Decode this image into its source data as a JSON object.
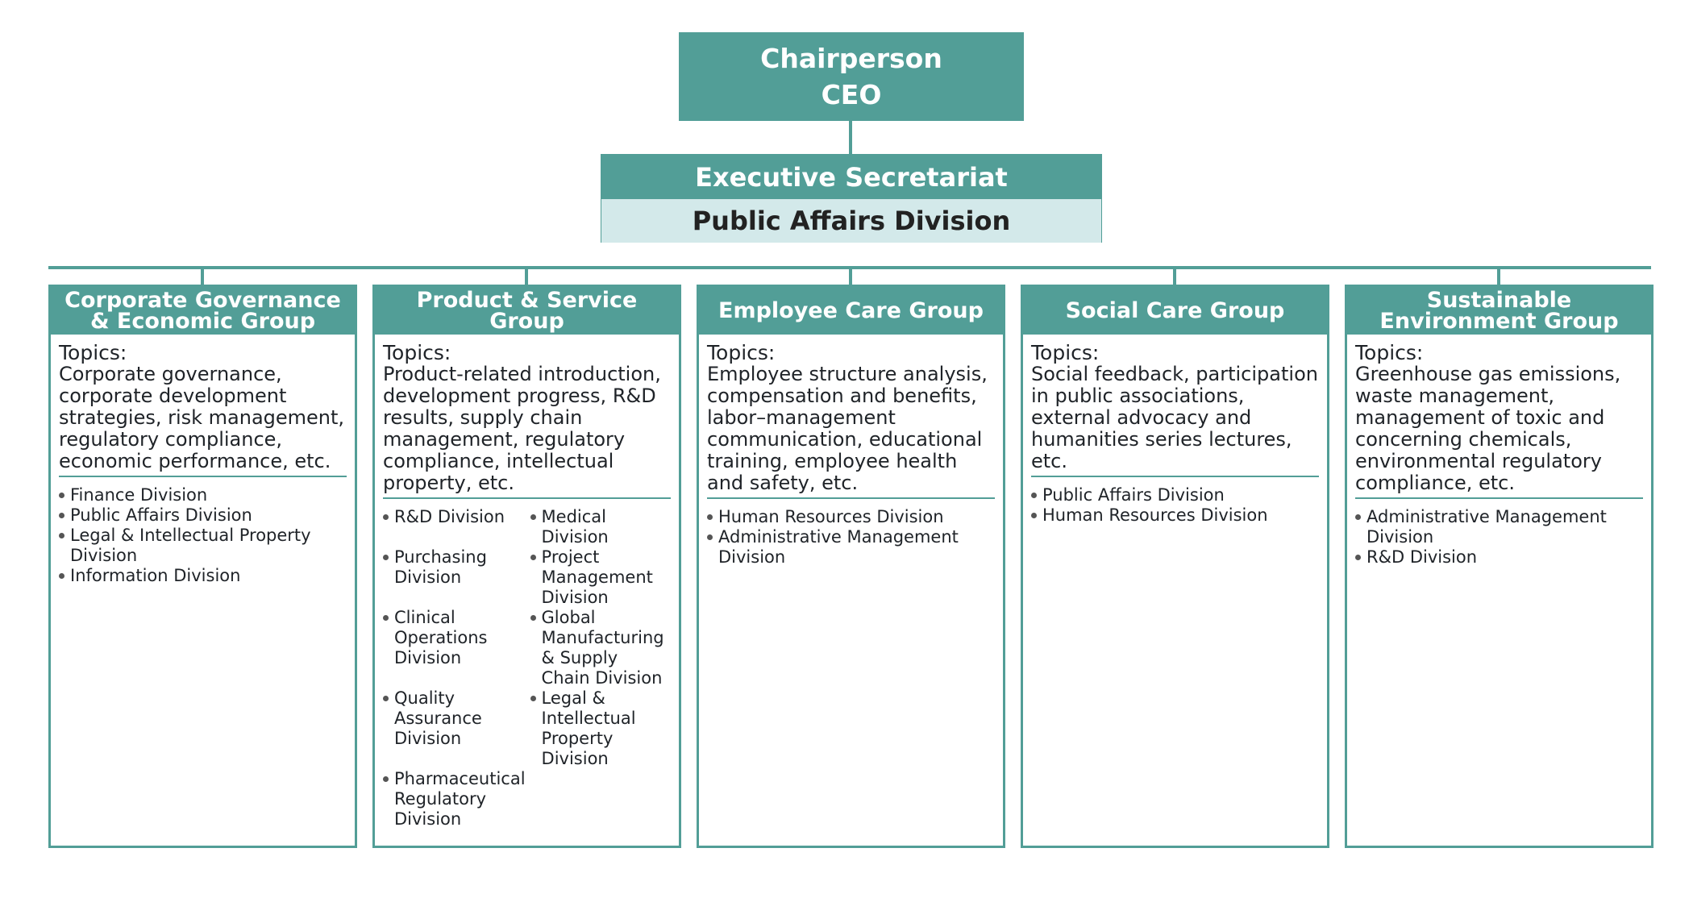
{
  "top": {
    "line1": "Chairperson",
    "line2": "CEO"
  },
  "secretariat": {
    "title": "Executive Secretariat",
    "subtitle": "Public Affairs Division"
  },
  "topics_label": "Topics:",
  "groups": [
    {
      "title": "Corporate Governance & Economic Group",
      "topics": "Corporate governance, corporate development strategies, risk management, regulatory compliance, economic performance, etc.",
      "divisions": [
        "Finance Division",
        "Public Affairs Division",
        "Legal & Intellectual Property Division",
        "Information Division"
      ]
    },
    {
      "title": "Product & Service Group",
      "topics": "Product-related introduction, development progress, R&D results, supply chain management, regulatory compliance, intellectual property, etc.",
      "divisions_col1": [
        "R&D Division",
        "Purchasing Division",
        "Clinical Operations Division",
        "Quality Assurance Division",
        "Pharmaceutical Regulatory Division"
      ],
      "divisions_col2": [
        "Medical Division",
        "Project Management Division",
        "Global Manufacturing & Supply Chain Division",
        "Legal & Intellectual Property Division"
      ]
    },
    {
      "title": "Employee Care Group",
      "topics": "Employee structure analysis, compensation and benefits, labor–management communication, educational training, employee health and safety, etc.",
      "divisions": [
        "Human Resources Division",
        "Administrative Management Division"
      ]
    },
    {
      "title": "Social Care Group",
      "topics": "Social feedback, participation in public associations, external advocacy and humanities series lectures, etc.",
      "divisions": [
        "Public Affairs Division",
        "Human Resources Division"
      ]
    },
    {
      "title": "Sustainable Environment Group",
      "topics": "Greenhouse gas emissions, waste management, management of toxic and concerning chemicals, environmental regulatory compliance, etc.",
      "divisions": [
        "Administrative Management Division",
        "R&D Division"
      ]
    }
  ]
}
